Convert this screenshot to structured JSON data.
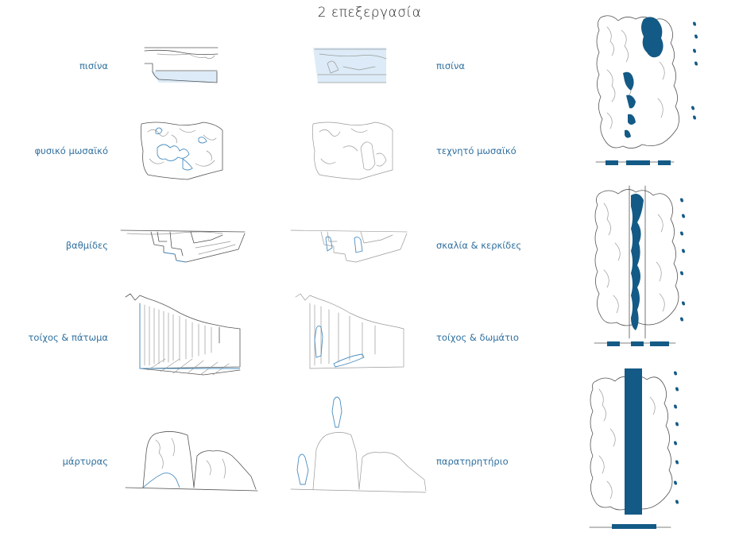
{
  "title": "2 επεξεργασία",
  "rows": [
    {
      "left_label": "πισίνα",
      "right_label": "πισίνα"
    },
    {
      "left_label": "φυσικό μωσαϊκό",
      "right_label": "τεχνητό μωσαϊκό"
    },
    {
      "left_label": "βαθμίδες",
      "right_label": "σκαλία & κερκίδες"
    },
    {
      "left_label": "τοίχος & πάτωμα",
      "right_label": "τοίχος & δωμάτιο"
    },
    {
      "left_label": "μάρτυρας",
      "right_label": "παρατηρητήριο"
    }
  ],
  "colors": {
    "accent": "#145a86",
    "label": "#2e6f9e",
    "wash": "#dcebf7"
  }
}
